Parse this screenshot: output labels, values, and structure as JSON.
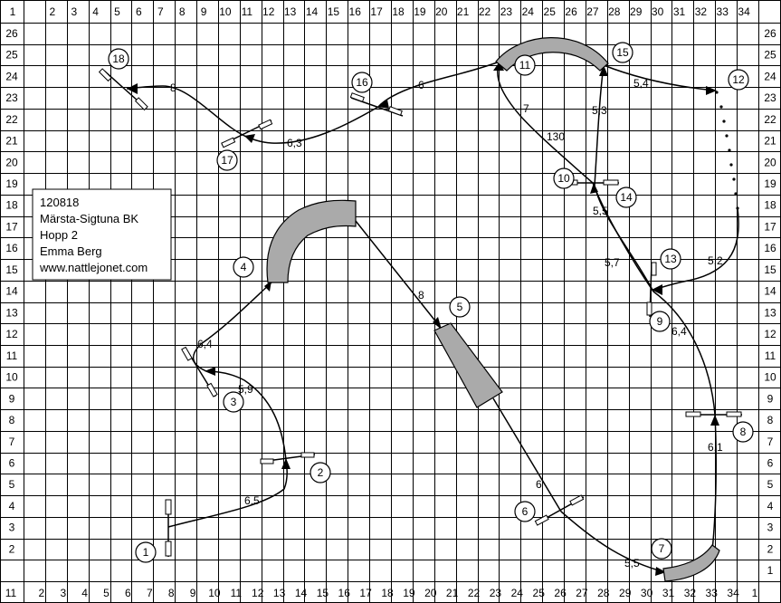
{
  "grid": {
    "columns": 34,
    "rows": 26,
    "bottom_axis_labels": [
      "11",
      "2",
      "3",
      "4",
      "5",
      "6",
      "7",
      "8",
      "9",
      "10",
      "11",
      "12",
      "13",
      "14",
      "15",
      "16",
      "17",
      "18",
      "19",
      "20",
      "21",
      "22",
      "23",
      "24",
      "25",
      "26",
      "27",
      "28",
      "29",
      "30",
      "31",
      "32",
      "33",
      "34",
      "1"
    ],
    "top_axis_labels": [
      "1",
      "2",
      "3",
      "4",
      "5",
      "6",
      "7",
      "8",
      "9",
      "10",
      "11",
      "12",
      "13",
      "14",
      "15",
      "16",
      "17",
      "18",
      "19",
      "20",
      "21",
      "22",
      "23",
      "24",
      "25",
      "26",
      "27",
      "28",
      "29",
      "30",
      "31",
      "32",
      "33",
      "34"
    ],
    "left_axis_labels": [
      "26",
      "25",
      "24",
      "23",
      "22",
      "21",
      "20",
      "19",
      "18",
      "17",
      "16",
      "15",
      "14",
      "13",
      "12",
      "11",
      "10",
      "9",
      "8",
      "7",
      "6",
      "5",
      "4",
      "3",
      "2"
    ],
    "right_axis_labels": [
      "26",
      "25",
      "24",
      "23",
      "22",
      "21",
      "20",
      "19",
      "18",
      "17",
      "16",
      "15",
      "14",
      "13",
      "12",
      "11",
      "10",
      "9",
      "8",
      "7",
      "6",
      "5",
      "4",
      "3",
      "2",
      "1"
    ]
  },
  "info_box": {
    "lines": [
      "120818",
      "Märsta-Sigtuna BK",
      "Hopp 2",
      "Emma Berg",
      "www.nattlejonet.com"
    ]
  },
  "obstacles": [
    {
      "number": "1"
    },
    {
      "number": "2"
    },
    {
      "number": "3"
    },
    {
      "number": "4"
    },
    {
      "number": "5"
    },
    {
      "number": "6"
    },
    {
      "number": "7"
    },
    {
      "number": "8"
    },
    {
      "number": "9"
    },
    {
      "number": "10"
    },
    {
      "number": "11"
    },
    {
      "number": "12"
    },
    {
      "number": "13"
    },
    {
      "number": "14"
    },
    {
      "number": "15"
    },
    {
      "number": "16"
    },
    {
      "number": "17"
    },
    {
      "number": "18"
    }
  ],
  "distances": [
    {
      "text": "6,5"
    },
    {
      "text": "5,9"
    },
    {
      "text": "6,4"
    },
    {
      "text": "8"
    },
    {
      "text": "6"
    },
    {
      "text": "5,5"
    },
    {
      "text": "6,1"
    },
    {
      "text": "6,4"
    },
    {
      "text": "5,7"
    },
    {
      "text": "5,5"
    },
    {
      "text": "5,3"
    },
    {
      "text": "5,4"
    },
    {
      "text": "5,2"
    },
    {
      "text": "7"
    },
    {
      "text": "130"
    },
    {
      "text": "6"
    },
    {
      "text": "6,3"
    },
    {
      "text": "8"
    }
  ]
}
